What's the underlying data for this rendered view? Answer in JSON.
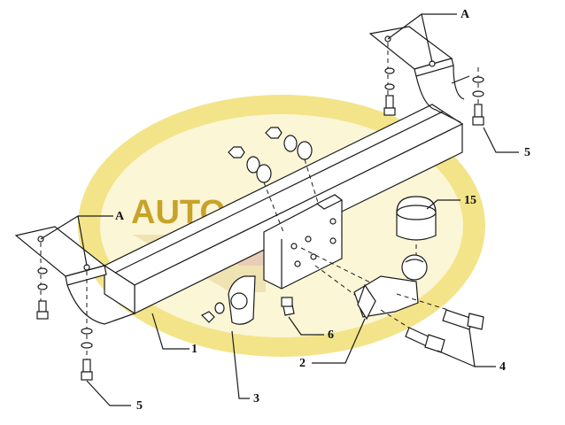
{
  "watermark": {
    "text": "AUTO",
    "colors": {
      "outer": "#f3e48a",
      "inner": "#fbf6d6",
      "text": "#c9a22a",
      "badge": "#e8c7b6"
    }
  },
  "callouts": {
    "A_top": "A",
    "A_left": "A",
    "c1": "1",
    "c2": "2",
    "c3": "3",
    "c4": "4",
    "c5_right": "5",
    "c5_left": "5",
    "c6": "6",
    "c15": "15"
  }
}
